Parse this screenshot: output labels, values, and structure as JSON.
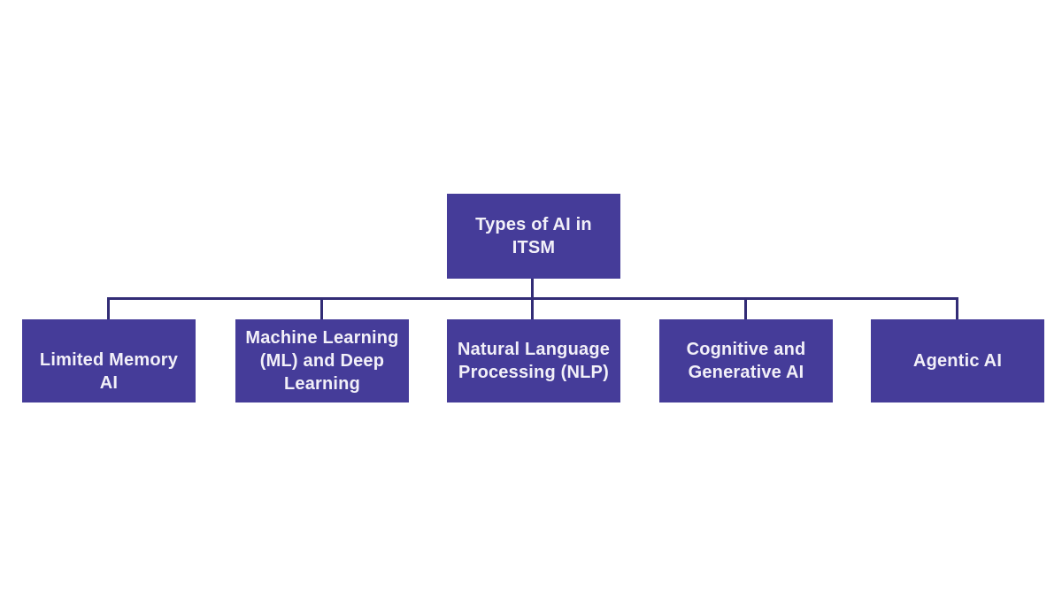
{
  "diagram": {
    "type": "tree",
    "root": {
      "label": "Types of AI in\nITSM"
    },
    "children": [
      {
        "label": "Limited Memory\nAI"
      },
      {
        "label": "Machine Learning\n(ML) and Deep\nLearning"
      },
      {
        "label": "Natural Language\nProcessing (NLP)"
      },
      {
        "label": "Cognitive and\nGenerative AI"
      },
      {
        "label": "Agentic AI"
      }
    ]
  },
  "colors": {
    "background": "#FFFFFF",
    "node_fill": "#453C99",
    "node_text": "#F2F0F8",
    "connector": "#322C76"
  }
}
